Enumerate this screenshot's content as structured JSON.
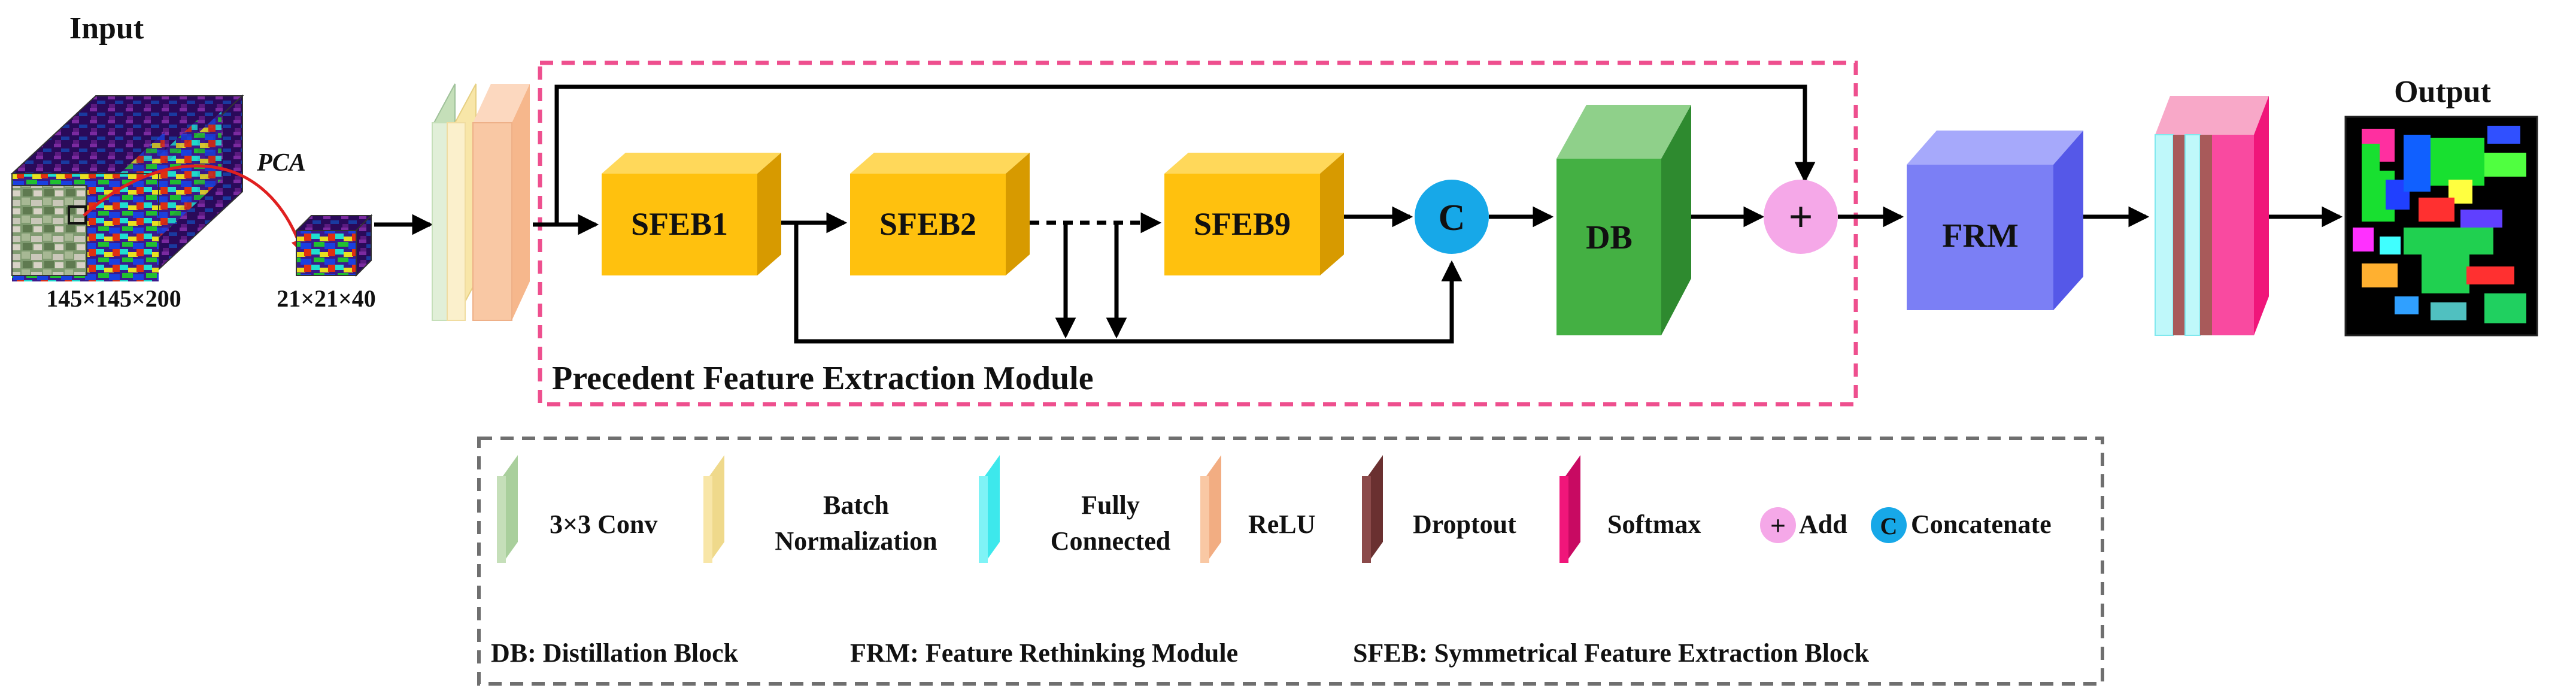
{
  "input": {
    "title": "Input",
    "size_label": "145×145×200",
    "pca_label": "PCA",
    "patch_label": "21×21×40"
  },
  "module": {
    "label": "Precedent Feature Extraction Module",
    "blocks": [
      "SFEB1",
      "SFEB2",
      "SFEB9"
    ],
    "concat_symbol": "C",
    "db_label": "DB",
    "add_symbol": "+"
  },
  "frm_label": "FRM",
  "output": {
    "title": "Output"
  },
  "legend": {
    "items": [
      {
        "label": "3×3 Conv",
        "color": "#c5dfb9"
      },
      {
        "label_lines": [
          "Batch",
          "Normalization"
        ],
        "color": "#f8e6a8"
      },
      {
        "label_lines": [
          "Fully",
          "Connected"
        ],
        "color": "#7ff3f6"
      },
      {
        "label": "ReLU",
        "color": "#f9c8a4"
      },
      {
        "label": "Droptout",
        "color": "#8b4a4a"
      },
      {
        "label": "Softmax",
        "color": "#f0167a"
      }
    ],
    "add_label": "Add",
    "concat_label": "Concatenate",
    "abbreviations": [
      "DB: Distillation Block",
      "FRM: Feature Rethinking Module",
      "SFEB: Symmetrical Feature Extraction Block"
    ]
  },
  "colors": {
    "sfeb_front": "#ffc10e",
    "sfeb_top": "#ffd85a",
    "sfeb_side": "#d79a00",
    "db_front": "#44b043",
    "db_top": "#8fd08a",
    "db_side": "#2e8a2f",
    "frm_front": "#7b7ff5",
    "frm_top": "#a6a9fb",
    "frm_side": "#5558e8",
    "concat": "#17a8e8",
    "add": "#f5a8e8",
    "module_border": "#ee4f8e",
    "legend_border": "#6f6f6f"
  }
}
